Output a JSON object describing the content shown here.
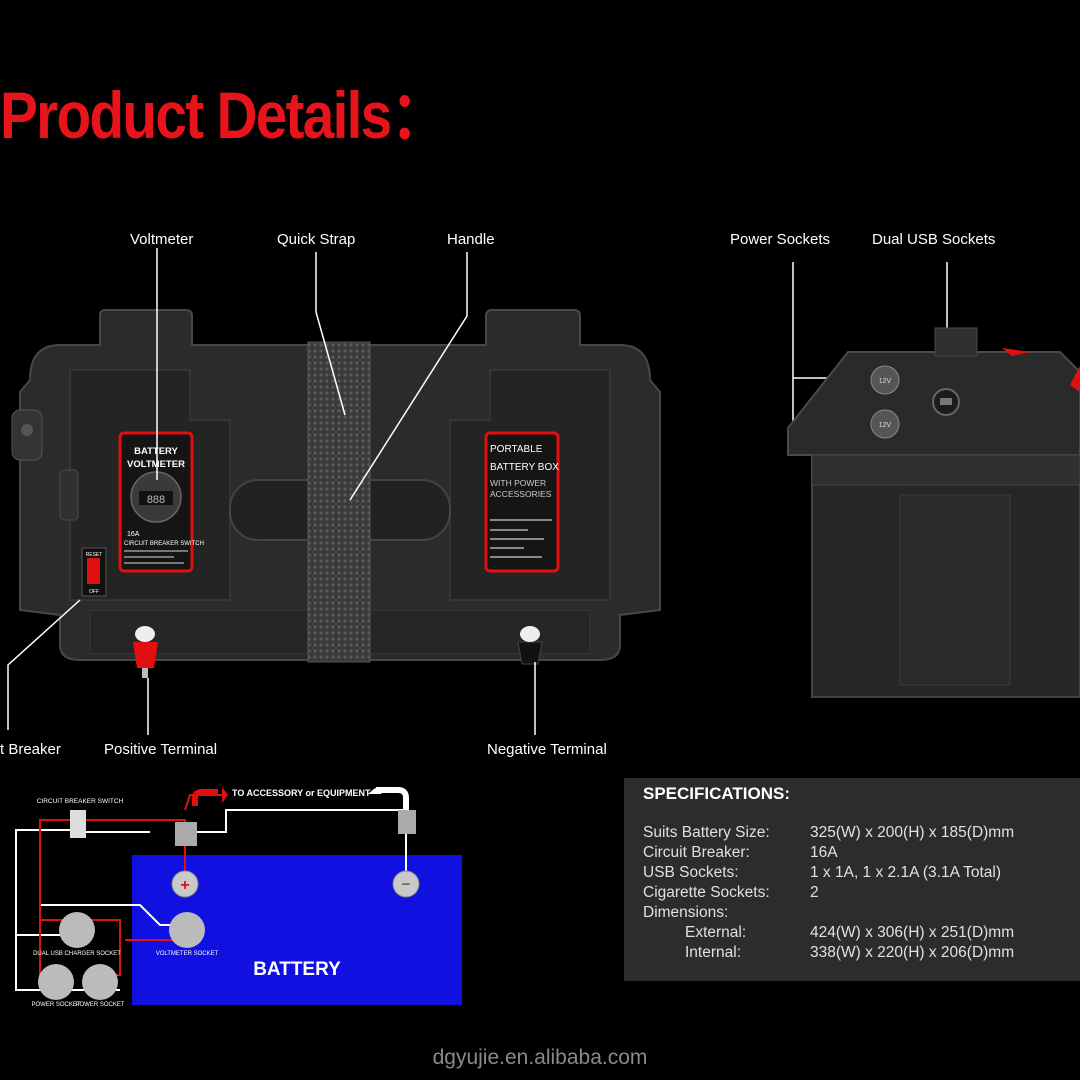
{
  "title": "Product Details：",
  "callouts": {
    "voltmeter": "Voltmeter",
    "quick_strap": "Quick Strap",
    "handle": "Handle",
    "power_sockets": "Power Sockets",
    "dual_usb_sockets": "Dual USB Sockets",
    "circuit_breaker": "t Breaker",
    "positive_terminal": "Positive Terminal",
    "negative_terminal": "Negative Terminal"
  },
  "box_labels": {
    "left_title_1": "BATTERY",
    "left_title_2": "VOLTMETER",
    "left_amp": "16A",
    "left_cb": "CIRCUIT BREAKER SWITCH",
    "right_title_1": "PORTABLE",
    "right_title_2": "BATTERY BOX",
    "right_sub_1": "WITH POWER",
    "right_sub_2": "ACCESSORIES",
    "reset": "RESET",
    "off": "OFF",
    "socket_12v": "12V"
  },
  "wiring": {
    "circuit_breaker_switch": "CIRCUIT BREAKER SWITCH",
    "to_accessory": "TO ACCESSORY or EQUIPMENT",
    "dual_usb_charger_socket": "DUAL USB CHARGER SOCKET",
    "voltmeter_socket": "VOLTMETER SOCKET",
    "power_socket_1": "POWER SOCKET",
    "power_socket_2": "POWER SOCKET",
    "battery": "BATTERY",
    "plus": "+",
    "minus": "−"
  },
  "specs": {
    "heading": "SPECIFICATIONS:",
    "rows": [
      {
        "key": "Suits Battery Size:",
        "value": "325(W) x 200(H) x 185(D)mm",
        "indent": false
      },
      {
        "key": "Circuit Breaker:",
        "value": "16A",
        "indent": false
      },
      {
        "key": "USB Sockets:",
        "value": "1 x 1A, 1 x 2.1A (3.1A Total)",
        "indent": false
      },
      {
        "key": "Cigarette Sockets:",
        "value": "2",
        "indent": false
      },
      {
        "key": "Dimensions:",
        "value": "",
        "indent": false
      },
      {
        "key": "External:",
        "value": "424(W) x 306(H) x 251(D)mm",
        "indent": true
      },
      {
        "key": "Internal:",
        "value": "338(W) x 220(H) x 206(D)mm",
        "indent": true
      }
    ]
  },
  "watermark": "dgyujie.en.alibaba.com",
  "colors": {
    "title_red": "#e8141c",
    "box_body": "#2a2a2a",
    "battery_blue": "#1010e0",
    "wire_red": "#e01010",
    "spec_panel": "#2c2c2c"
  }
}
